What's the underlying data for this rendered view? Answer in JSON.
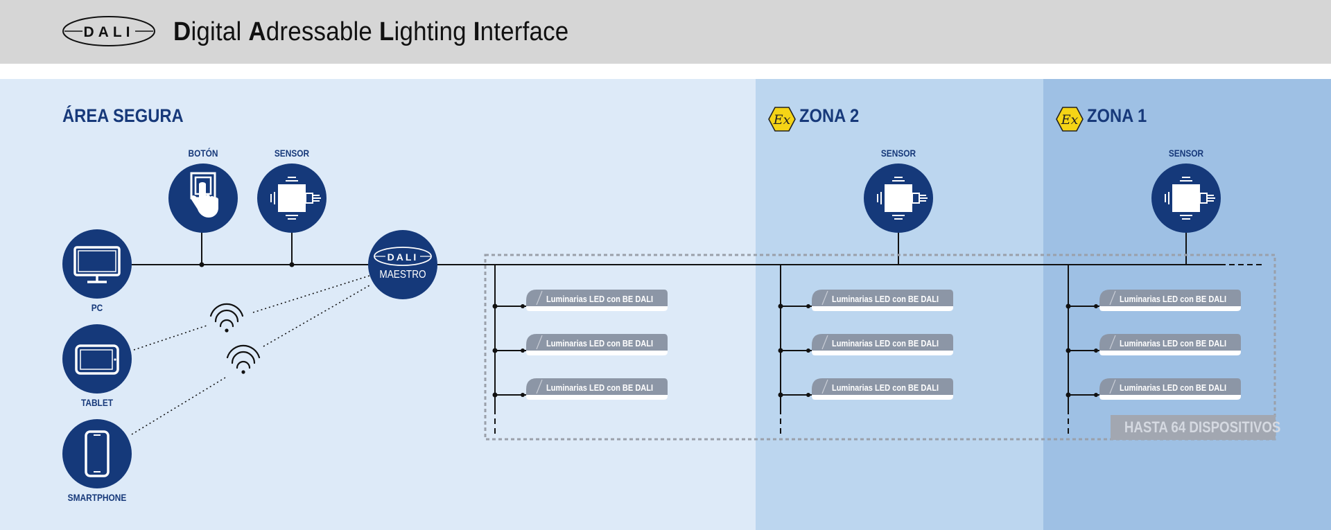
{
  "header": {
    "logo_text": "DALI",
    "title_parts": [
      {
        "bold": "D",
        "rest": "igital "
      },
      {
        "bold": "A",
        "rest": "dressable "
      },
      {
        "bold": "L",
        "rest": "ighting "
      },
      {
        "bold": "I",
        "rest": "nterface"
      }
    ]
  },
  "zones": {
    "safe": {
      "title": "ÁREA SEGURA"
    },
    "zone2": {
      "title": "ZONA 2",
      "icon": "ex-icon"
    },
    "zone1": {
      "title": "ZONA 1",
      "icon": "ex-icon"
    }
  },
  "devices": {
    "pc": {
      "label": "PC",
      "icon": "monitor-icon"
    },
    "tablet": {
      "label": "TABLET",
      "icon": "tablet-icon"
    },
    "smartphone": {
      "label": "SMARTPHONE",
      "icon": "smartphone-icon"
    },
    "button": {
      "label": "BOTÓN",
      "icon": "push-button-icon"
    },
    "sensor_safe": {
      "label": "SENSOR",
      "icon": "sensor-icon"
    },
    "sensor_z2": {
      "label": "SENSOR",
      "icon": "sensor-icon"
    },
    "sensor_z1": {
      "label": "SENSOR",
      "icon": "sensor-icon"
    },
    "master": {
      "logo": "DALI",
      "label": "MAESTRO"
    }
  },
  "luminaire_label": "Luminarias LED con BE DALI",
  "capacity_label": "HASTA 64 DISPOSITIVOS",
  "colors": {
    "navy": "#15397a",
    "bg_safe": "#ddeaf8",
    "bg_zone2": "#bcd6ef",
    "bg_zone1": "#9ec0e4",
    "ex_yellow": "#f5d416"
  }
}
